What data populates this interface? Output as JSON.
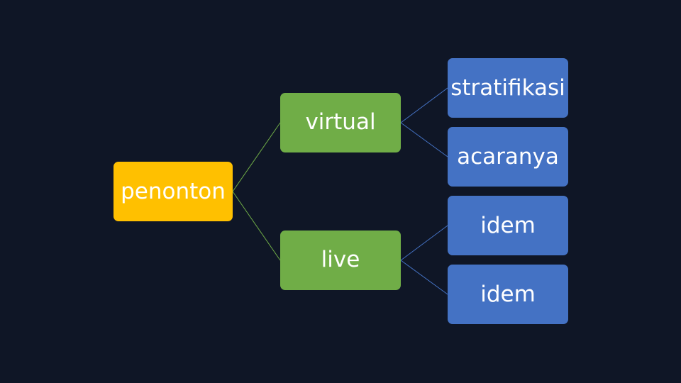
{
  "diagram": {
    "root": {
      "label": "penonton",
      "color": "#ffc000"
    },
    "branches": [
      {
        "label": "virtual",
        "color": "#70ad47",
        "children": [
          {
            "label": "stratifikasi",
            "color": "#4472c4"
          },
          {
            "label": "acaranya",
            "color": "#4472c4"
          }
        ]
      },
      {
        "label": "live",
        "color": "#70ad47",
        "children": [
          {
            "label": "idem",
            "color": "#4472c4"
          },
          {
            "label": "idem",
            "color": "#4472c4"
          }
        ]
      }
    ]
  }
}
